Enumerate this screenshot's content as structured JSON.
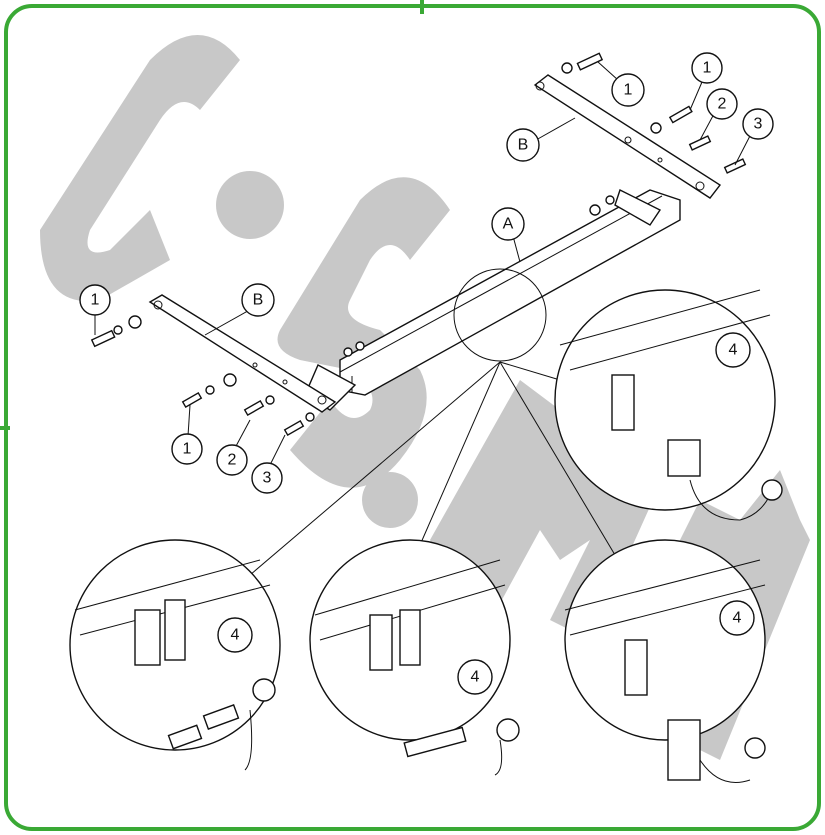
{
  "diagram": {
    "border_color": "#3aa935",
    "watermark_color": "#c8c8c8",
    "watermark_text": "C.S.M.",
    "labels": {
      "A": "A",
      "B_right": "B",
      "B_left": "B",
      "r1_top": "1",
      "r1_side": "1",
      "r2": "2",
      "r3": "3",
      "l1_top": "1",
      "l1_bottom": "1",
      "l2": "2",
      "l3": "3",
      "d4_top_right": "4",
      "d4_bottom_left": "4",
      "d4_bottom_mid": "4",
      "d4_bottom_right": "4"
    }
  }
}
